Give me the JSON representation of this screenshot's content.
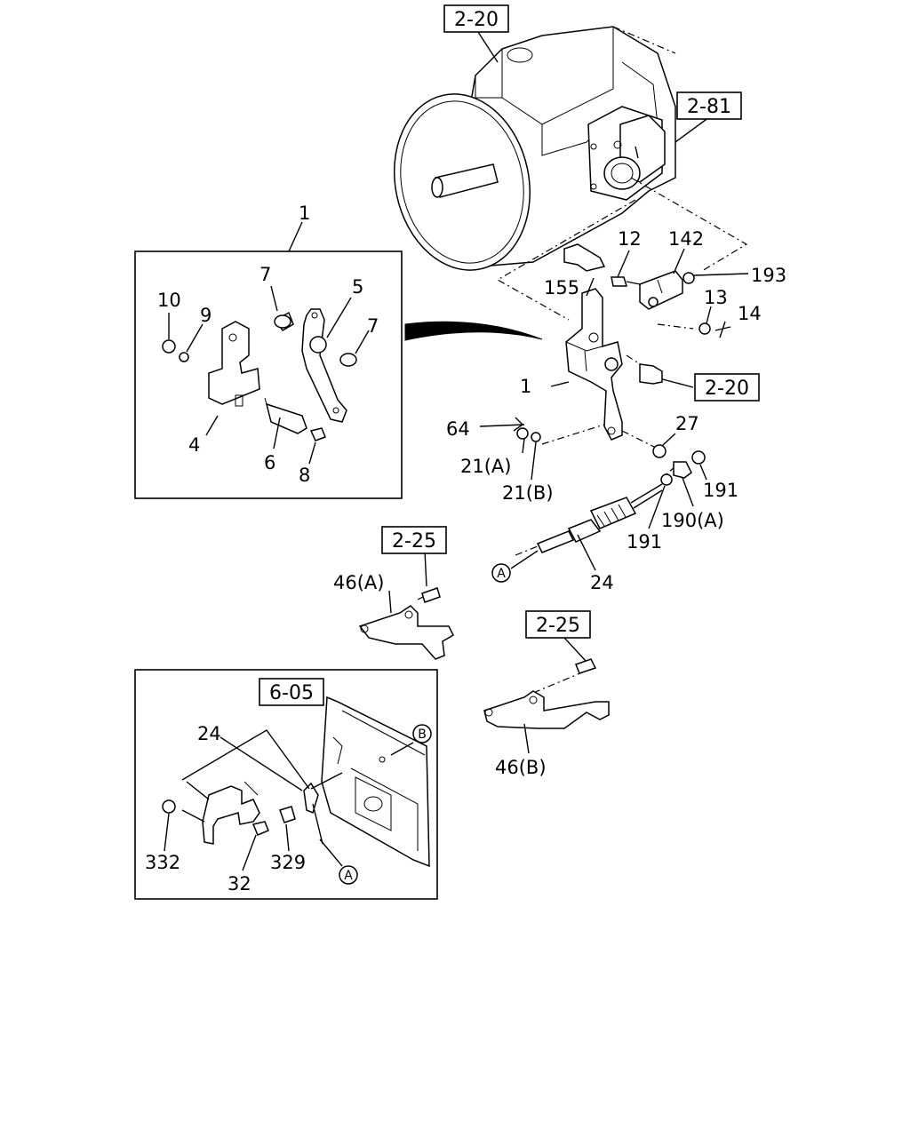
{
  "refs": {
    "r1": "2-20",
    "r2": "2-81",
    "r3": "2-20",
    "r4": "2-25",
    "r5": "2-25",
    "r6": "6-05"
  },
  "parts": {
    "p1_top": "1",
    "p1": "1",
    "p4": "4",
    "p5": "5",
    "p6": "6",
    "p7a": "7",
    "p7b": "7",
    "p8": "8",
    "p9": "9",
    "p10": "10",
    "p12": "12",
    "p13": "13",
    "p14": "14",
    "p142": "142",
    "p155": "155",
    "p193": "193",
    "p27": "27",
    "p64": "64",
    "p21a": "21(A)",
    "p21b": "21(B)",
    "p191a": "191",
    "p191b": "191",
    "p190a": "190(A)",
    "p24a": "24",
    "p24b": "24",
    "p46a": "46(A)",
    "p46b": "46(B)",
    "p332": "332",
    "p32": "32",
    "p329": "329"
  },
  "markers": {
    "a1": "A",
    "a2": "A",
    "b1": "B"
  }
}
